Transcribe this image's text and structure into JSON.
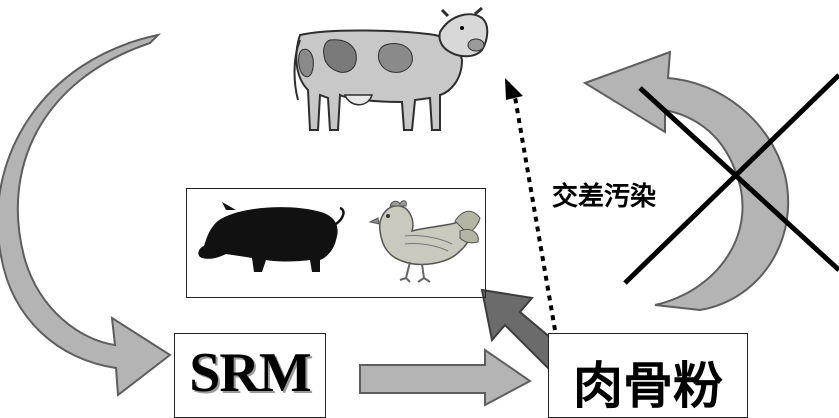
{
  "srm_label": "SRM",
  "mbm_label": "肉骨粉",
  "cross_contamination_label": "交差汚染",
  "colors": {
    "arrow_fill": "#b2b2b2",
    "arrow_stroke": "#5a5a5a",
    "dark_arrow_fill": "#6b6b6b",
    "cross": "#000000",
    "pig": "#111111",
    "chicken": "#c9c9bd"
  },
  "icons": [
    "cow-icon",
    "pig-icon",
    "chicken-icon"
  ]
}
